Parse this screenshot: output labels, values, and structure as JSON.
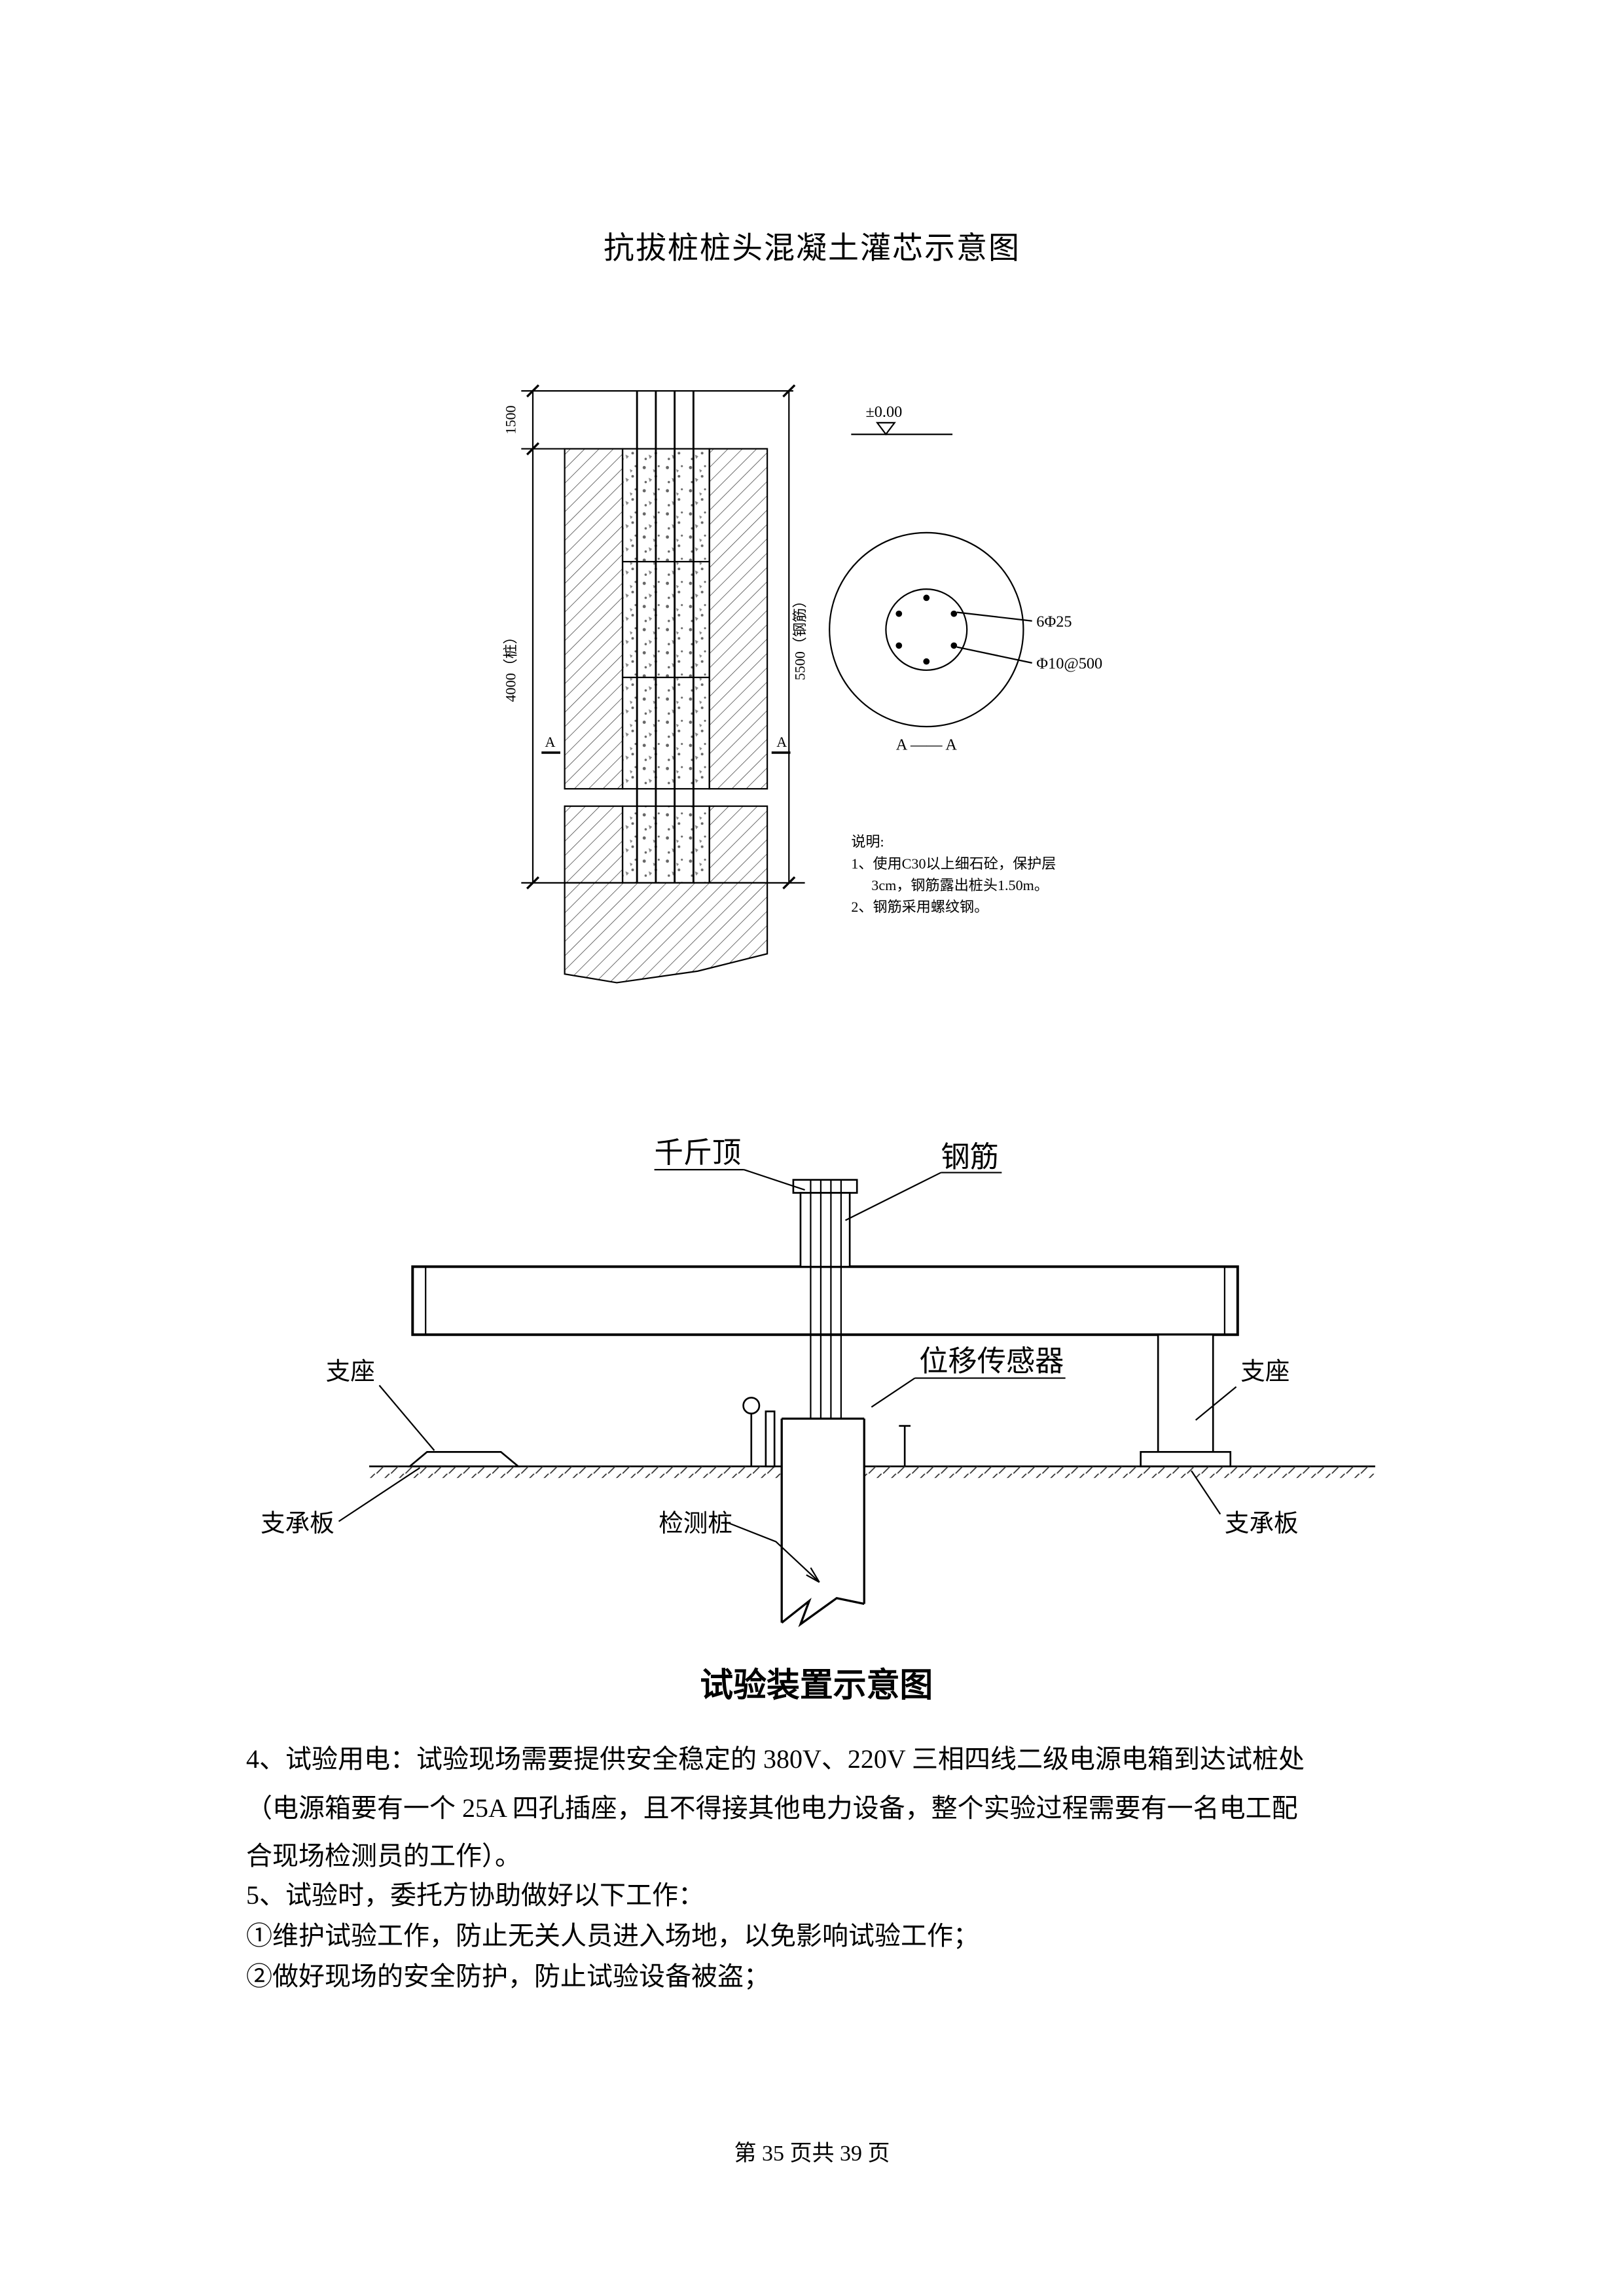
{
  "page": {
    "title": "抗拔桩桩头混凝土灌芯示意图",
    "footer": "第 35 页共 39 页"
  },
  "pile_diagram": {
    "dims": {
      "exposed": "1500",
      "pile": "4000（桩）",
      "rebar": "5500（钢筋）"
    },
    "level": "±0.00",
    "section_mark_left": "A",
    "section_mark_right": "A",
    "section_title": "A —— A",
    "callout_main_bars": "6Φ25",
    "callout_spiral": "Φ10@500",
    "notes": {
      "heading": "说明:",
      "line1": "1、使用C30以上细石砼，保护层",
      "line2": "3cm，钢筋露出桩头1.50m。",
      "line3": "2、钢筋采用螺纹钢。"
    }
  },
  "test_diagram": {
    "caption": "试验装置示意图",
    "jack": "千斤顶",
    "rebar": "钢筋",
    "sensor": "位移传感器",
    "support_left": "支座",
    "support_right": "支座",
    "plate_left": "支承板",
    "plate_right": "支承板",
    "pile": "检测桩"
  },
  "body": {
    "line1": "4、试验用电：试验现场需要提供安全稳定的 380V、220V 三相四线二级电源电箱到达试桩处",
    "line2": "（电源箱要有一个 25A 四孔插座，且不得接其他电力设备，整个实验过程需要有一名电工配",
    "line3": "合现场检测员的工作）。",
    "line4": "5、试验时，委托方协助做好以下工作：",
    "line5": "①维护试验工作，防止无关人员进入场地，以免影响试验工作；",
    "line6": "②做好现场的安全防护，防止试验设备被盗；"
  }
}
